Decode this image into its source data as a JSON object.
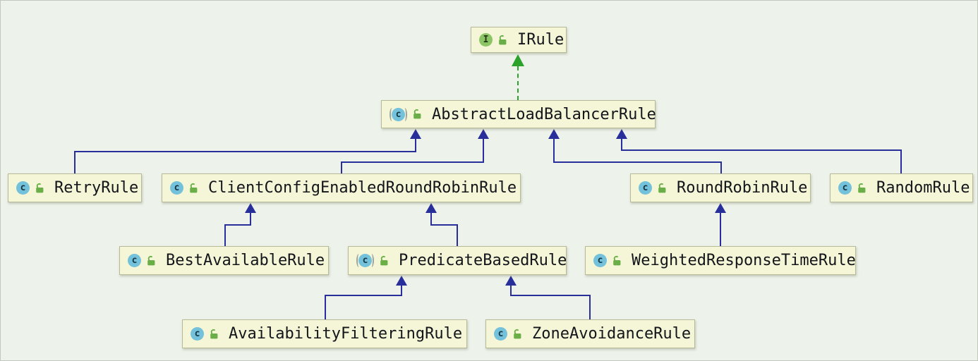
{
  "diagram": {
    "type": "uml-class-hierarchy",
    "nodes": [
      {
        "id": "IRule",
        "label": "IRule",
        "kind": "interface",
        "icon_letter": "I",
        "visibility_icon": "unlocked"
      },
      {
        "id": "AbstractLoadBalancerRule",
        "label": "AbstractLoadBalancerRule",
        "kind": "abstract-class",
        "icon_letter": "c",
        "visibility_icon": "unlocked"
      },
      {
        "id": "RetryRule",
        "label": "RetryRule",
        "kind": "class",
        "icon_letter": "c",
        "visibility_icon": "unlocked"
      },
      {
        "id": "ClientConfigEnabledRoundRobinRule",
        "label": "ClientConfigEnabledRoundRobinRule",
        "kind": "class",
        "icon_letter": "c",
        "visibility_icon": "unlocked"
      },
      {
        "id": "RoundRobinRule",
        "label": "RoundRobinRule",
        "kind": "class",
        "icon_letter": "c",
        "visibility_icon": "unlocked"
      },
      {
        "id": "RandomRule",
        "label": "RandomRule",
        "kind": "class",
        "icon_letter": "c",
        "visibility_icon": "unlocked"
      },
      {
        "id": "BestAvailableRule",
        "label": "BestAvailableRule",
        "kind": "class",
        "icon_letter": "c",
        "visibility_icon": "unlocked"
      },
      {
        "id": "PredicateBasedRule",
        "label": "PredicateBasedRule",
        "kind": "abstract-class",
        "icon_letter": "c",
        "visibility_icon": "unlocked"
      },
      {
        "id": "WeightedResponseTimeRule",
        "label": "WeightedResponseTimeRule",
        "kind": "class",
        "icon_letter": "c",
        "visibility_icon": "unlocked"
      },
      {
        "id": "AvailabilityFilteringRule",
        "label": "AvailabilityFilteringRule",
        "kind": "class",
        "icon_letter": "c",
        "visibility_icon": "unlocked"
      },
      {
        "id": "ZoneAvoidanceRule",
        "label": "ZoneAvoidanceRule",
        "kind": "class",
        "icon_letter": "c",
        "visibility_icon": "unlocked"
      }
    ],
    "edges": [
      {
        "from": "AbstractLoadBalancerRule",
        "to": "IRule",
        "type": "implements"
      },
      {
        "from": "RetryRule",
        "to": "AbstractLoadBalancerRule",
        "type": "extends"
      },
      {
        "from": "ClientConfigEnabledRoundRobinRule",
        "to": "AbstractLoadBalancerRule",
        "type": "extends"
      },
      {
        "from": "RoundRobinRule",
        "to": "AbstractLoadBalancerRule",
        "type": "extends"
      },
      {
        "from": "RandomRule",
        "to": "AbstractLoadBalancerRule",
        "type": "extends"
      },
      {
        "from": "BestAvailableRule",
        "to": "ClientConfigEnabledRoundRobinRule",
        "type": "extends"
      },
      {
        "from": "PredicateBasedRule",
        "to": "ClientConfigEnabledRoundRobinRule",
        "type": "extends"
      },
      {
        "from": "WeightedResponseTimeRule",
        "to": "RoundRobinRule",
        "type": "extends"
      },
      {
        "from": "AvailabilityFilteringRule",
        "to": "PredicateBasedRule",
        "type": "extends"
      },
      {
        "from": "ZoneAvoidanceRule",
        "to": "PredicateBasedRule",
        "type": "extends"
      }
    ],
    "colors": {
      "canvas_bg": "#edf2ea",
      "node_fill": "#f4f6d7",
      "node_border": "#b6ba97",
      "extends_edge": "#282e9a",
      "implements_edge": "#2ba32b",
      "class_icon": "#74c1db",
      "interface_icon": "#8cc566",
      "lock_icon": "#69ae47"
    }
  }
}
